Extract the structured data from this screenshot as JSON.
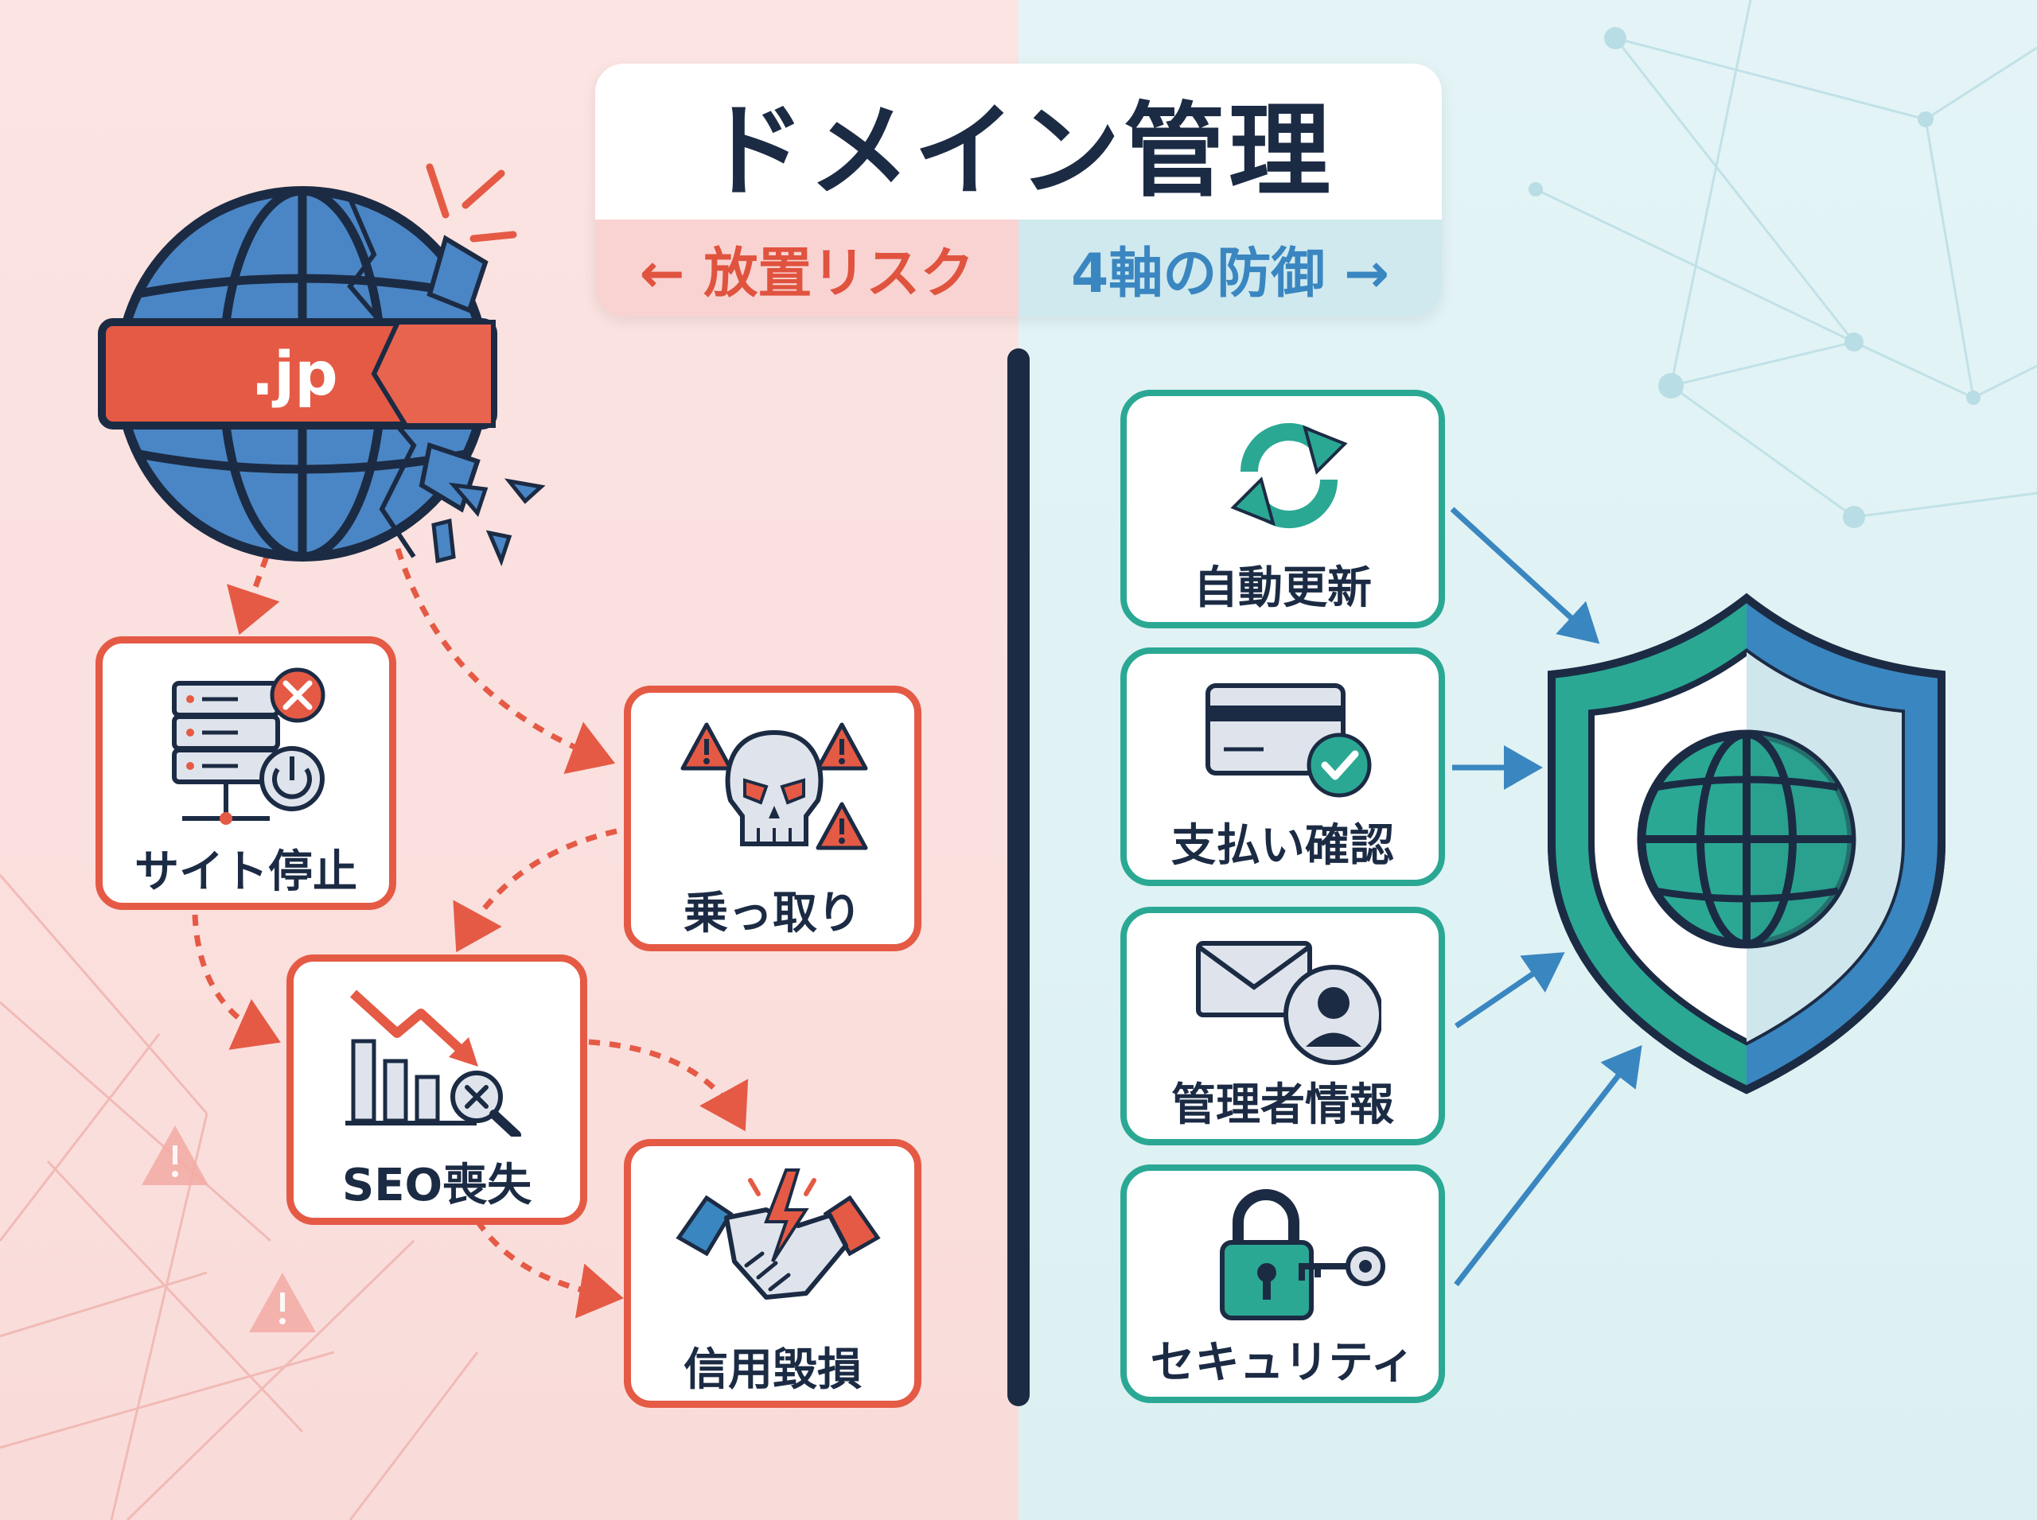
{
  "title": "ドメイン管理",
  "subtitle_left": "← 放置リスク",
  "subtitle_right": "4軸の防御 →",
  "globe_badge": ".jp",
  "risks": [
    {
      "label": "サイト停止",
      "icon": "server-error-icon"
    },
    {
      "label": "乗っ取り",
      "icon": "skull-warning-icon"
    },
    {
      "label": "SEO喪失",
      "icon": "chart-down-icon"
    },
    {
      "label": "信用毀損",
      "icon": "broken-handshake-icon"
    }
  ],
  "defenses": [
    {
      "label": "自動更新",
      "icon": "refresh-icon"
    },
    {
      "label": "支払い確認",
      "icon": "credit-card-check-icon"
    },
    {
      "label": "管理者情報",
      "icon": "mail-user-icon"
    },
    {
      "label": "セキュリティ",
      "icon": "lock-key-icon"
    }
  ],
  "colors": {
    "risk_red": "#e55a45",
    "defense_teal": "#2aa894",
    "navy": "#1c2b44",
    "blue": "#3a86c0"
  }
}
